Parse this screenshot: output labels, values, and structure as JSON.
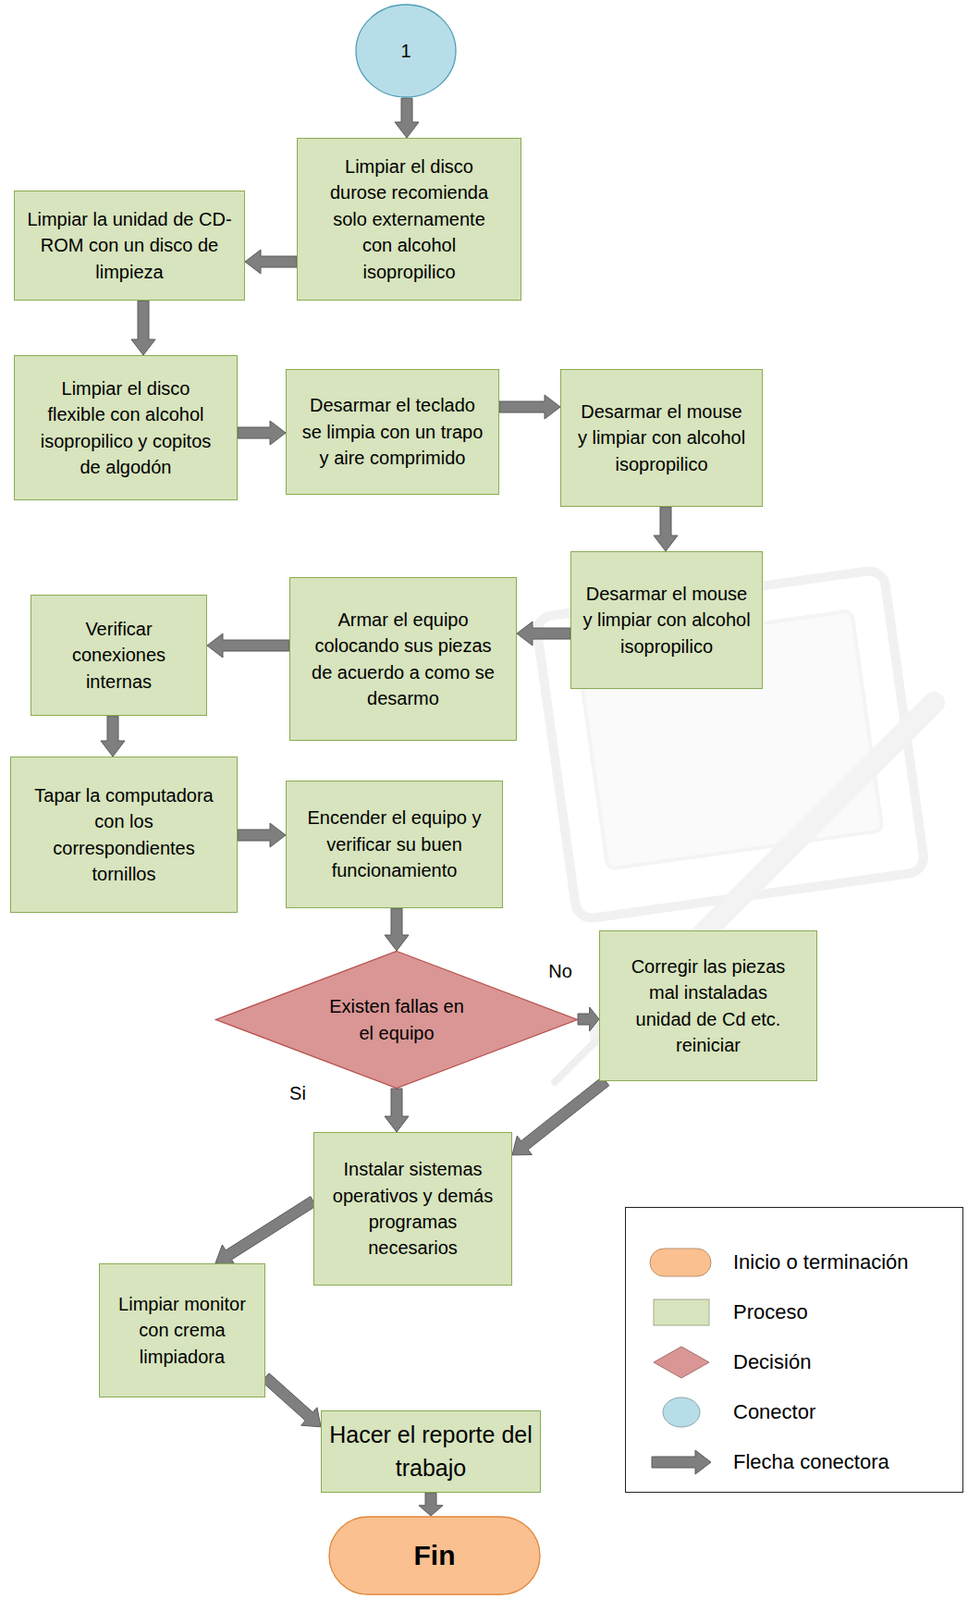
{
  "diagram": {
    "nodes": [
      {
        "text": [
          "1"
        ]
      },
      {
        "text": [
          "Limpiar el disco durose recomienda solo externamente con alcohol isopropilico"
        ]
      },
      {
        "text": [
          "Limpiar la unidad de CD-ROM con un disco de limpieza"
        ]
      },
      {
        "text": [
          "Limpiar el disco flexible con alcohol isopropilico y copitos de algodón"
        ]
      },
      {
        "text": [
          "Desarmar el teclado se limpia con un trapo y aire comprimido"
        ]
      },
      {
        "text": [
          "Desarmar el mouse y limpiar con alcohol isopropilico"
        ]
      },
      {
        "text": [
          "Desarmar el mouse y limpiar con alcohol isopropilico"
        ]
      },
      {
        "text": [
          "Armar el equipo colocando sus piezas de acuerdo a como se desarmo"
        ]
      },
      {
        "text": [
          "Verificar conexiones internas"
        ]
      },
      {
        "text": [
          "Tapar la computadora con los correspondientes tornillos"
        ]
      },
      {
        "text": [
          "Encender el equipo y verificar su buen funcionamiento"
        ]
      },
      {
        "text": [
          "Existen fallas en el equipo"
        ]
      },
      {
        "text": [
          "Corregir las piezas mal instaladas unidad de Cd etc. reiniciar"
        ]
      },
      {
        "text": [
          "Instalar sistemas operativos y demás programas necesarios"
        ]
      },
      {
        "text": [
          "Limpiar monitor con crema limpiadora"
        ]
      },
      {
        "text": [
          "Hacer el reporte del trabajo"
        ]
      },
      {
        "text": [
          "Fin"
        ]
      }
    ],
    "edges": [
      {
        "from": 0,
        "to": 1,
        "arrow": "to"
      },
      {
        "from": 1,
        "to": 2,
        "arrow": "to"
      },
      {
        "from": 2,
        "to": 3,
        "arrow": "to"
      },
      {
        "from": 3,
        "to": 4,
        "arrow": "to"
      },
      {
        "from": 4,
        "to": 5,
        "arrow": "to"
      },
      {
        "from": 5,
        "to": 6,
        "arrow": "to"
      },
      {
        "from": 6,
        "to": 7,
        "arrow": "to"
      },
      {
        "from": 7,
        "to": 8,
        "arrow": "to"
      },
      {
        "from": 8,
        "to": 9,
        "arrow": "to"
      },
      {
        "from": 9,
        "to": 10,
        "arrow": "to"
      },
      {
        "from": 10,
        "to": 11,
        "arrow": "to"
      },
      {
        "from": 11,
        "to": 12,
        "label": "No",
        "arrow": "to"
      },
      {
        "from": 11,
        "to": 13,
        "label": "Si",
        "arrow": "to"
      },
      {
        "from": 12,
        "to": 13,
        "arrow": "to"
      },
      {
        "from": 13,
        "to": 14,
        "arrow": "to"
      },
      {
        "from": 14,
        "to": 15,
        "arrow": "to"
      },
      {
        "from": 15,
        "to": 16,
        "arrow": "to"
      }
    ],
    "legend": [
      {
        "text": "Inicio o terminación",
        "color": "#fac090"
      },
      {
        "text": "Proceso",
        "color": "#d7e4bd"
      },
      {
        "text": "Decisión",
        "color": "#d99694"
      },
      {
        "text": "Conector",
        "color": "#b7dde8"
      },
      {
        "text": "Flecha conectora"
      }
    ]
  }
}
